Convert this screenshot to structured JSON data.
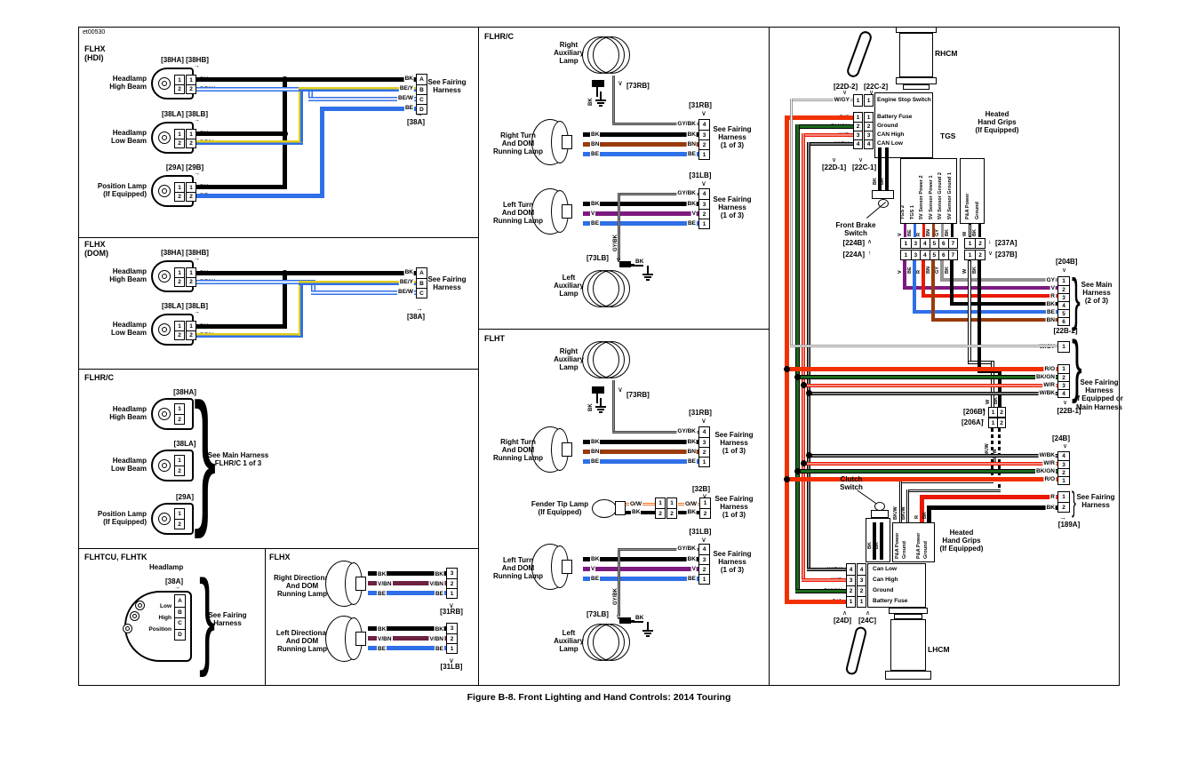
{
  "figure": {
    "code": "et00530",
    "caption": "Figure B-8. Front Lighting and Hand Controls: 2014 Touring"
  },
  "wire_colors": {
    "BK": "#000000",
    "BE": "#2f6fe8",
    "Y": "#e3cf1a",
    "GY": "#949494",
    "BN": "#993b0b",
    "V": "#7d1a80",
    "V/BN": "#6d2142",
    "R/O": "#f23000",
    "R": "#ea1800",
    "O": "#f07018",
    "BK/GN": "#1c6b1c",
    "W": "#ffffff"
  },
  "left": {
    "flhx_hdi": {
      "title": "FLHX",
      "subtitle": "(HDI)",
      "lamps": [
        {
          "label": "Headlamp\nHigh Beam",
          "conn_labels": "[38HA] [38HB]",
          "pins": [
            "1",
            "2"
          ],
          "wires": [
            "BK",
            "BE/W"
          ]
        },
        {
          "label": "Headlamp\nLow Beam",
          "conn_labels": "[38LA] [38LB]",
          "pins": [
            "1",
            "2"
          ],
          "wires": [
            "BK",
            "BE/Y"
          ]
        },
        {
          "label": "Position Lamp\n(If Equipped)",
          "conn_labels": "[29A] [29B]",
          "pins": [
            "1",
            "2"
          ],
          "wires": [
            "BK",
            "BE"
          ]
        }
      ],
      "out": {
        "conn": "[38A]",
        "note": "See Fairing\nHarness",
        "pins": [
          "A",
          "B",
          "C",
          "D"
        ],
        "wires": [
          "BK",
          "BE/Y",
          "BE/W",
          "BE"
        ]
      }
    },
    "flhx_dom": {
      "title": "FLHX",
      "subtitle": "(DOM)",
      "lamps": [
        {
          "label": "Headlamp\nHigh Beam",
          "conn_labels": "[38HA] [38HB]",
          "pins": [
            "1",
            "2"
          ],
          "wires": [
            "BK",
            "BE/W"
          ]
        },
        {
          "label": "Headlamp\nLow Beam",
          "conn_labels": "[38LA] [38LB]",
          "pins": [
            "1",
            "2"
          ],
          "wires": [
            "BK",
            "BE/Y"
          ]
        }
      ],
      "out": {
        "conn": "[38A]",
        "note": "See Fairing\nHarness",
        "pins": [
          "A",
          "B",
          "C"
        ],
        "wires": [
          "BK",
          "BE/Y",
          "BE/W"
        ]
      }
    },
    "flhrc": {
      "title": "FLHR/C",
      "lamps": [
        {
          "label": "Headlamp\nHigh Beam",
          "conn_labels": "[38HA]",
          "pins": [
            "1",
            "2"
          ]
        },
        {
          "label": "Headlamp\nLow Beam",
          "conn_labels": "[38LA]",
          "pins": [
            "1",
            "2"
          ]
        },
        {
          "label": "Position Lamp\n(If Equipped)",
          "conn_labels": "[29A]",
          "pins": [
            "1",
            "2"
          ]
        }
      ],
      "note": "See Main Harness\nFLHR/C 1 of 3"
    },
    "flhtcu": {
      "title": "FLHTCU, FLHTK",
      "header": "Headlamp",
      "conn": "[38A]",
      "pins": [
        "A",
        "B",
        "C",
        "D"
      ],
      "functions": [
        "Low",
        "High",
        "Position"
      ],
      "note": "See Fairing\nHarness"
    },
    "flhx_dir": {
      "title": "FLHX",
      "lamps": [
        {
          "label": "Right Directional\nAnd DOM\nRunning Lamp",
          "conn": "[31RB]",
          "pins": [
            "3",
            "2",
            "1"
          ],
          "wires": [
            "BK",
            "V/BN",
            "BE"
          ]
        },
        {
          "label": "Left Directional\nAnd DOM\nRunning Lamp",
          "conn": "[31LB]",
          "pins": [
            "3",
            "2",
            "1"
          ],
          "wires": [
            "BK",
            "V/BN",
            "BE"
          ]
        }
      ]
    }
  },
  "middle": {
    "flhrc": {
      "title": "FLHR/C",
      "right_aux": {
        "label": "Right\nAuxiliary\nLamp",
        "conn": "[73RB]",
        "wire": "BK"
      },
      "right_turn": {
        "label": "Right Turn\nAnd DOM\nRunning Lamp",
        "conn": "[31RB]",
        "pins": [
          "4",
          "3",
          "2",
          "1"
        ],
        "wires": [
          "GY/BK",
          "BK",
          "BN",
          "BE"
        ],
        "note": "See Fairing\nHarness\n(1 of 3)"
      },
      "left_turn": {
        "label": "Left Turn\nAnd DOM\nRunning Lamp",
        "conn": "[31LB]",
        "pins": [
          "4",
          "3",
          "2",
          "1"
        ],
        "wires": [
          "GY/BK",
          "BK",
          "V",
          "BE"
        ],
        "note": "See Fairing\nHarness\n(1 of 3)",
        "riser": "GY/BK"
      },
      "left_aux": {
        "label": "Left\nAuxiliary\nLamp",
        "conn": "[73LB]",
        "wire": "BK"
      }
    },
    "flht": {
      "title": "FLHT",
      "right_aux": {
        "label": "Right\nAuxiliary\nLamp",
        "conn": "[73RB]",
        "wire": "BK"
      },
      "right_turn": {
        "label": "Right Turn\nAnd DOM\nRunning Lamp",
        "conn": "[31RB]",
        "pins": [
          "4",
          "3",
          "2",
          "1"
        ],
        "wires": [
          "GY/BK",
          "BK",
          "BN",
          "BE"
        ],
        "note": "See Fairing\nHarness\n(1 of 3)"
      },
      "fender": {
        "label": "Fender Tip Lamp\n(If Equipped)",
        "conn": "[32B]",
        "pins": [
          "1",
          "2"
        ],
        "wires": [
          "O/W",
          "BK"
        ],
        "note": "See Fairing\nHarness\n(1 of 3)"
      },
      "left_turn": {
        "label": "Left Turn\nAnd DOM\nRunning Lamp",
        "conn": "[31LB]",
        "pins": [
          "4",
          "3",
          "2",
          "1"
        ],
        "wires": [
          "GY/BK",
          "BK",
          "V",
          "BE"
        ],
        "note": "See Fairing\nHarness\n(1 of 3)",
        "riser": "GY/BK"
      },
      "left_aux": {
        "label": "Left\nAuxiliary\nLamp",
        "conn": "[73LB]",
        "wire": "BK"
      }
    }
  },
  "right": {
    "rhcm": "RHCM",
    "lhcm": "LHCM",
    "tgs": "TGS",
    "heated_grips": "Heated\nHand Grips\n(If Equipped)",
    "front_brake": "Front Brake\nSwitch",
    "clutch": "Clutch\nSwitch",
    "conn_22d2": "[22D-2]",
    "conn_22c2": "[22C-2]",
    "conn_22d1": "[22D-1]",
    "conn_22c1": "[22C-1]",
    "esb": {
      "wire": "W/GY",
      "pin": "1",
      "label": "Engine Stop Switch"
    },
    "rhcm_rows": [
      {
        "wire": "R/O",
        "pin": "1",
        "label": "Battery Fuse"
      },
      {
        "wire": "BK/GN",
        "pin": "2",
        "label": "Ground"
      },
      {
        "wire": "W/R",
        "pin": "3",
        "label": "CAN High"
      },
      {
        "wire": "W/BK",
        "pin": "4",
        "label": "CAN Low"
      }
    ],
    "brake_wires": [
      "BK",
      "BK"
    ],
    "tgs_block": {
      "signals": [
        "TGS 2",
        "TGS 1",
        "5V Sensor Power 2",
        "5V Sensor Power 1",
        "5V Sensor Ground 2",
        "5V Sensor Ground 1"
      ],
      "wires": [
        "V",
        "BE",
        "R",
        "BN",
        "GY",
        "BK"
      ],
      "pins": [
        "1",
        "3",
        "4",
        "5",
        "6",
        "7"
      ],
      "conn_b": "[224B]",
      "conn_a": "[224A]"
    },
    "pa_block": {
      "signals": [
        "P&A Power",
        "Ground"
      ],
      "wires": [
        "W",
        "BK"
      ],
      "pins": [
        "1",
        "2"
      ],
      "conn_a": "[237A]",
      "conn_b": "[237B]"
    },
    "c204b": {
      "conn": "[204B]",
      "pins": [
        "1",
        "2",
        "3",
        "4",
        "5",
        "6"
      ],
      "wires": [
        "GY",
        "V",
        "R",
        "BK",
        "BE",
        "BN"
      ],
      "note": "See Main\nHarness\n(2 of 3)"
    },
    "c22b2": {
      "conn": "[22B-2]",
      "pins": [
        "1"
      ],
      "wires": [
        "W/GY"
      ]
    },
    "c22b1": {
      "conn": "[22B-1]",
      "pins": [
        "1",
        "2",
        "3",
        "4"
      ],
      "wires": [
        "R/O",
        "BK/GN",
        "W/R",
        "W/BK"
      ],
      "note": "See Fairing\nHarness\nIf Equipped or\nMain Harness"
    },
    "c206": {
      "conn_b": "[206B]",
      "conn_a": "[206A]",
      "pins": [
        "1",
        "2"
      ],
      "wires_top": [
        "W",
        "BK"
      ],
      "wires_bottom": [
        "BK/W",
        "BK/W"
      ]
    },
    "c24b": {
      "conn": "[24B]",
      "pins": [
        "4",
        "3",
        "2",
        "1"
      ],
      "wires": [
        "W/BK",
        "W/R",
        "BK/GN",
        "R/O"
      ]
    },
    "c189a": {
      "conn": "[189A]",
      "pins": [
        "1",
        "2"
      ],
      "wires": [
        "R",
        "BK"
      ],
      "note": "See Fairing\nHarness"
    },
    "lhcm_pa": {
      "signals": [
        "P&A Power",
        "Ground",
        "P&A Power",
        "Ground"
      ],
      "wires": [
        "BK/W",
        "BK/W",
        "R",
        "BK"
      ]
    },
    "clutch_wires": [
      "BK",
      "BK"
    ],
    "lhcm_rows": [
      {
        "wire": "W/BK",
        "pin": "4",
        "label": "Can Low"
      },
      {
        "wire": "W/R",
        "pin": "3",
        "label": "Can High"
      },
      {
        "wire": "BK/GN",
        "pin": "2",
        "label": "Ground"
      },
      {
        "wire": "R/O",
        "pin": "1",
        "label": "Battery Fuse"
      }
    ],
    "conn_24d": "[24D]",
    "conn_24c": "[24C]"
  }
}
